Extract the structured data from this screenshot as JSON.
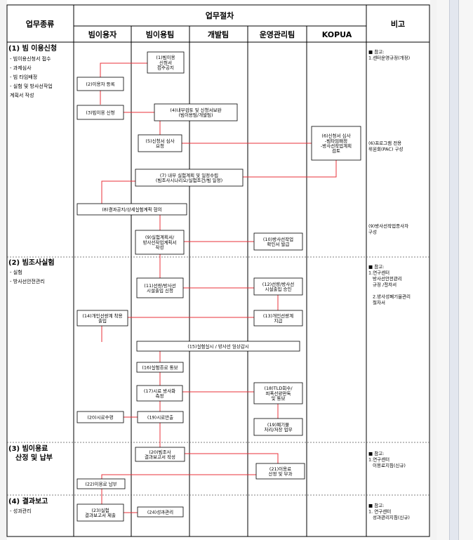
{
  "header": {
    "col_type": "업무종류",
    "col_procedure": "업무절차",
    "col_note": "비고",
    "lanes": [
      "빔이용자",
      "빔이용팀",
      "개발팀",
      "운영관리팀",
      "KOPUA"
    ]
  },
  "sections": [
    {
      "title": "(1) 빔 이용신청",
      "items": [
        "- 빔이용신청서 접수",
        "- 과제심사",
        "- 빔 타임배정",
        "- 실험 및 방사선작업",
        "  계획서 작성"
      ]
    },
    {
      "title": "(2) 빔조사실험",
      "items": [
        "- 실험",
        "- 방사선안전관리"
      ]
    },
    {
      "title": "(3) 빔이용료",
      "title2": "산정 및 납부",
      "items": []
    },
    {
      "title": "(4) 결과보고",
      "items": [
        "- 성과관리"
      ]
    }
  ],
  "boxes": {
    "b1": [
      "(1)빔이용",
      "신청서",
      "접수공지"
    ],
    "b2": [
      "(2)이용자 등록"
    ],
    "b3": [
      "(3)빔이용 신청"
    ],
    "b4": [
      "(4)내부검토 및 신청서보완",
      "(빔이용팀/개발팀)"
    ],
    "b5": [
      "(5)신청서 심사",
      "요청"
    ],
    "b6": [
      "(6)신청서 심사",
      "-빔타임배정",
      "-방사선작업계획",
      "검토"
    ],
    "b7": [
      "(7) 내부 실험계획 및 일정수립",
      "(빔조사시나리오/실험조건/빔 일정)"
    ],
    "b8": [
      "(8)결과공지/상세실험계획 협의"
    ],
    "b9": [
      "(9)실험계획서/",
      "방사선작업계획서",
      "작성"
    ],
    "b10": [
      "(10)방사선작업",
      "확인서 발급"
    ],
    "b11": [
      "(11)선량/방사선",
      "시설출입 신청"
    ],
    "b12": [
      "(12)선량/방사선",
      "시설출입 승인"
    ],
    "b13": [
      "(13)개인선량계",
      "지급"
    ],
    "b14": [
      "(14)개인선량계 착용",
      "출입"
    ],
    "b15": [
      "(15)실험실시 / 방사선 일상감시"
    ],
    "b16": [
      "(16)실험종료 통보"
    ],
    "b17": [
      "(17)시료 방사화",
      "측정"
    ],
    "b18": [
      "(18)TLD회수/",
      "피폭선량판독",
      "및 통보"
    ],
    "b19": [
      "(19)시료반출"
    ],
    "b20": [
      "(20)시료수령"
    ],
    "b19b": [
      "(19)폐기물",
      "처리/저장 업무"
    ],
    "b20b": [
      "(20)빔조사",
      "결과보고서 작성"
    ],
    "b21": [
      "(21)이용료",
      "산정 및 부과"
    ],
    "b22": [
      "(22)이용료 납부"
    ],
    "b23": [
      "(23)실험",
      "결과보고서 제출"
    ],
    "b24": [
      "(24)성과관리"
    ]
  },
  "notes": {
    "n1": [
      "■ 참고:",
      "1.센터운영규정(개정)"
    ],
    "n2": [
      "(6)프로그램 전용",
      "위원회(PAC) 구성"
    ],
    "n3": [
      "(9)방사선작업종사자",
      "구성"
    ],
    "n4": [
      "■ 참고:",
      "1.연구센터",
      "방사선안전관리",
      "규정 /절차서",
      "",
      "2.방사성폐기물관리",
      "절차서"
    ],
    "n5": [
      "■ 참고:",
      "1.연구센터",
      "이용료지침(신규)"
    ],
    "n6": [
      "■ 참고:",
      "1. 연구센터",
      "성과관리지침(신규)"
    ]
  }
}
